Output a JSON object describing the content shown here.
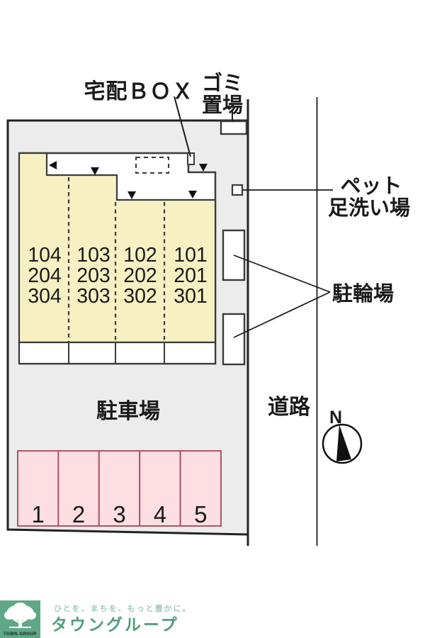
{
  "site_plan": {
    "labels": {
      "delivery_box": "宅配ＢＯＸ",
      "garbage_line1": "ゴミ",
      "garbage_line2": "置場",
      "pet_wash_line1": "ペット",
      "pet_wash_line2": "足洗い場",
      "bicycle_parking": "駐輪場",
      "road": "道路",
      "car_parking": "駐車場",
      "north": "N"
    },
    "unit_columns": [
      [
        "104",
        "204",
        "304"
      ],
      [
        "103",
        "203",
        "303"
      ],
      [
        "102",
        "202",
        "302"
      ],
      [
        "101",
        "201",
        "301"
      ]
    ],
    "parking_spaces": [
      "1",
      "2",
      "3",
      "4",
      "5"
    ],
    "colors": {
      "lot_fill": "#ececec",
      "building_fill": "#f7f0c3",
      "outline": "#3b3b3b",
      "parking_space_fill": "#fcdee3",
      "parking_space_border": "#ab5663"
    }
  },
  "footer": {
    "logo_square_text": "TOWN GROUP",
    "tagline": "ひとを、まちを、もっと豊かに。",
    "company": "タウングループ",
    "brand_green": "#5ea886"
  }
}
